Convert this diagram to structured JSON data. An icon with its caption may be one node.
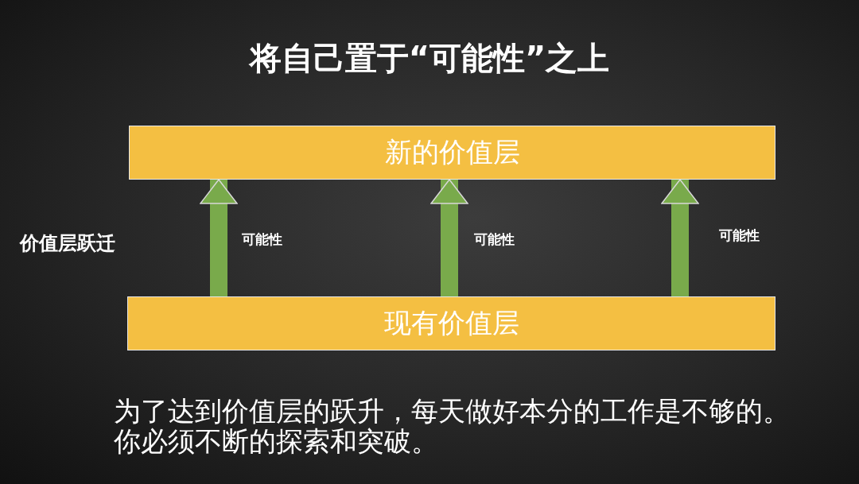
{
  "diagram": {
    "title": "将自己置于“可能性”之上",
    "caption": "为了达到价值层的跃升，每天做好本分的工作是不够的。你必须不断的探索和突破。",
    "nodes": [
      {
        "text": [
          "新的价值层"
        ]
      },
      {
        "text": [
          "现有价值层"
        ]
      }
    ],
    "edges": [
      {
        "from": 1,
        "to": 0,
        "arrow": "to",
        "label": "可能性"
      },
      {
        "from": 1,
        "to": 0,
        "arrow": "to",
        "label": "可能性"
      },
      {
        "from": 1,
        "to": 0,
        "arrow": "to",
        "label": "可能性"
      }
    ],
    "labels": [
      "价值层跃迁"
    ]
  }
}
